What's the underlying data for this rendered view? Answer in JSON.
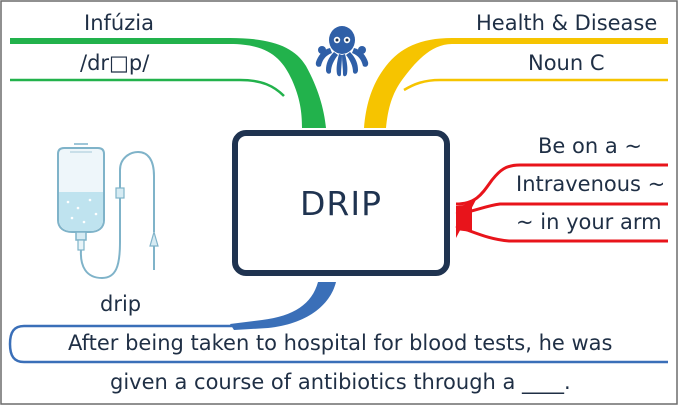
{
  "mind_map": {
    "center": "DRIP",
    "top_left": {
      "meaning": "Infúzia",
      "pronunciation": "/dr□p/"
    },
    "top_right": {
      "topic": "Health & Disease",
      "word_class": "Noun C"
    },
    "right": {
      "collocations": [
        "Be on a ~",
        "Intravenous ~",
        "~ in your arm"
      ]
    },
    "left": {
      "image_caption": "drip"
    },
    "bottom": {
      "example_line1": "After being taken to hospital for blood tests, he was",
      "example_line2": "given a course of antibiotics through a ____."
    }
  },
  "colors": {
    "green": "#22b24c",
    "yellow": "#f6c400",
    "red": "#e8141b",
    "blue": "#3a6fb8",
    "navy": "#1f3350",
    "octopus": "#2f5fa7"
  },
  "icons": [
    "octopus-icon",
    "iv-drip-bag-icon"
  ]
}
